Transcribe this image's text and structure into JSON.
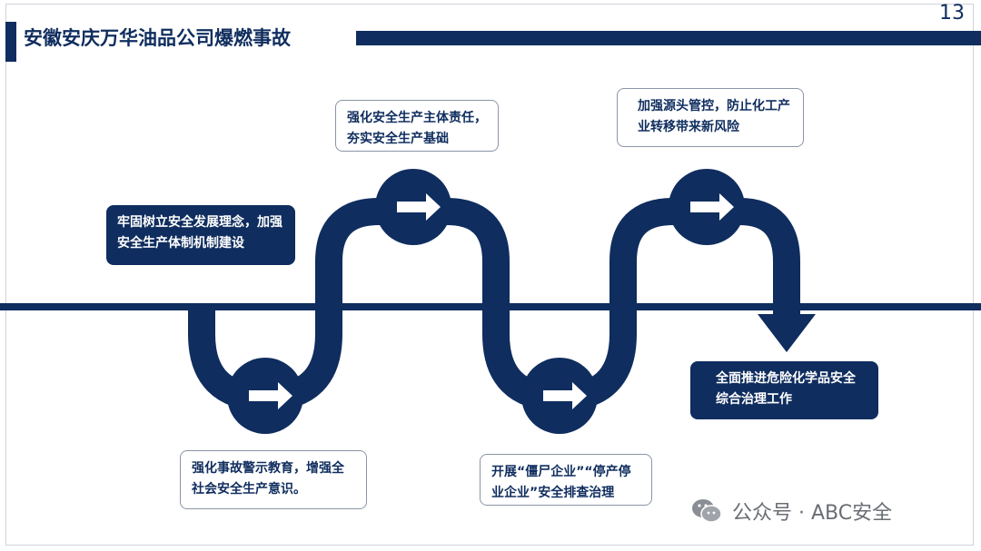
{
  "page_number": "13",
  "title": "安徽安庆万华油品公司爆燃事故",
  "steps": [
    {
      "text": "牢固树立安全发展理念，加强安全生产体制机制建设"
    },
    {
      "text": "强化事故警示教育，增强全社会安全生产意识。"
    },
    {
      "text": "强化安全生产主体责任，夯实安全生产基础"
    },
    {
      "text": "开展“僵尸企业”“停产停业企业”安全排查治理"
    },
    {
      "text": "加强源头管控，防止化工产业转移带来新风险"
    },
    {
      "text": "全面推进危险化学品安全综合治理工作"
    }
  ],
  "watermark": {
    "text": "公众号 · ABC安全",
    "icon": "wechat-icon"
  },
  "colors": {
    "navy": "#0f2d5e",
    "border": "#8a95a5",
    "watermark": "#6a6e74"
  }
}
